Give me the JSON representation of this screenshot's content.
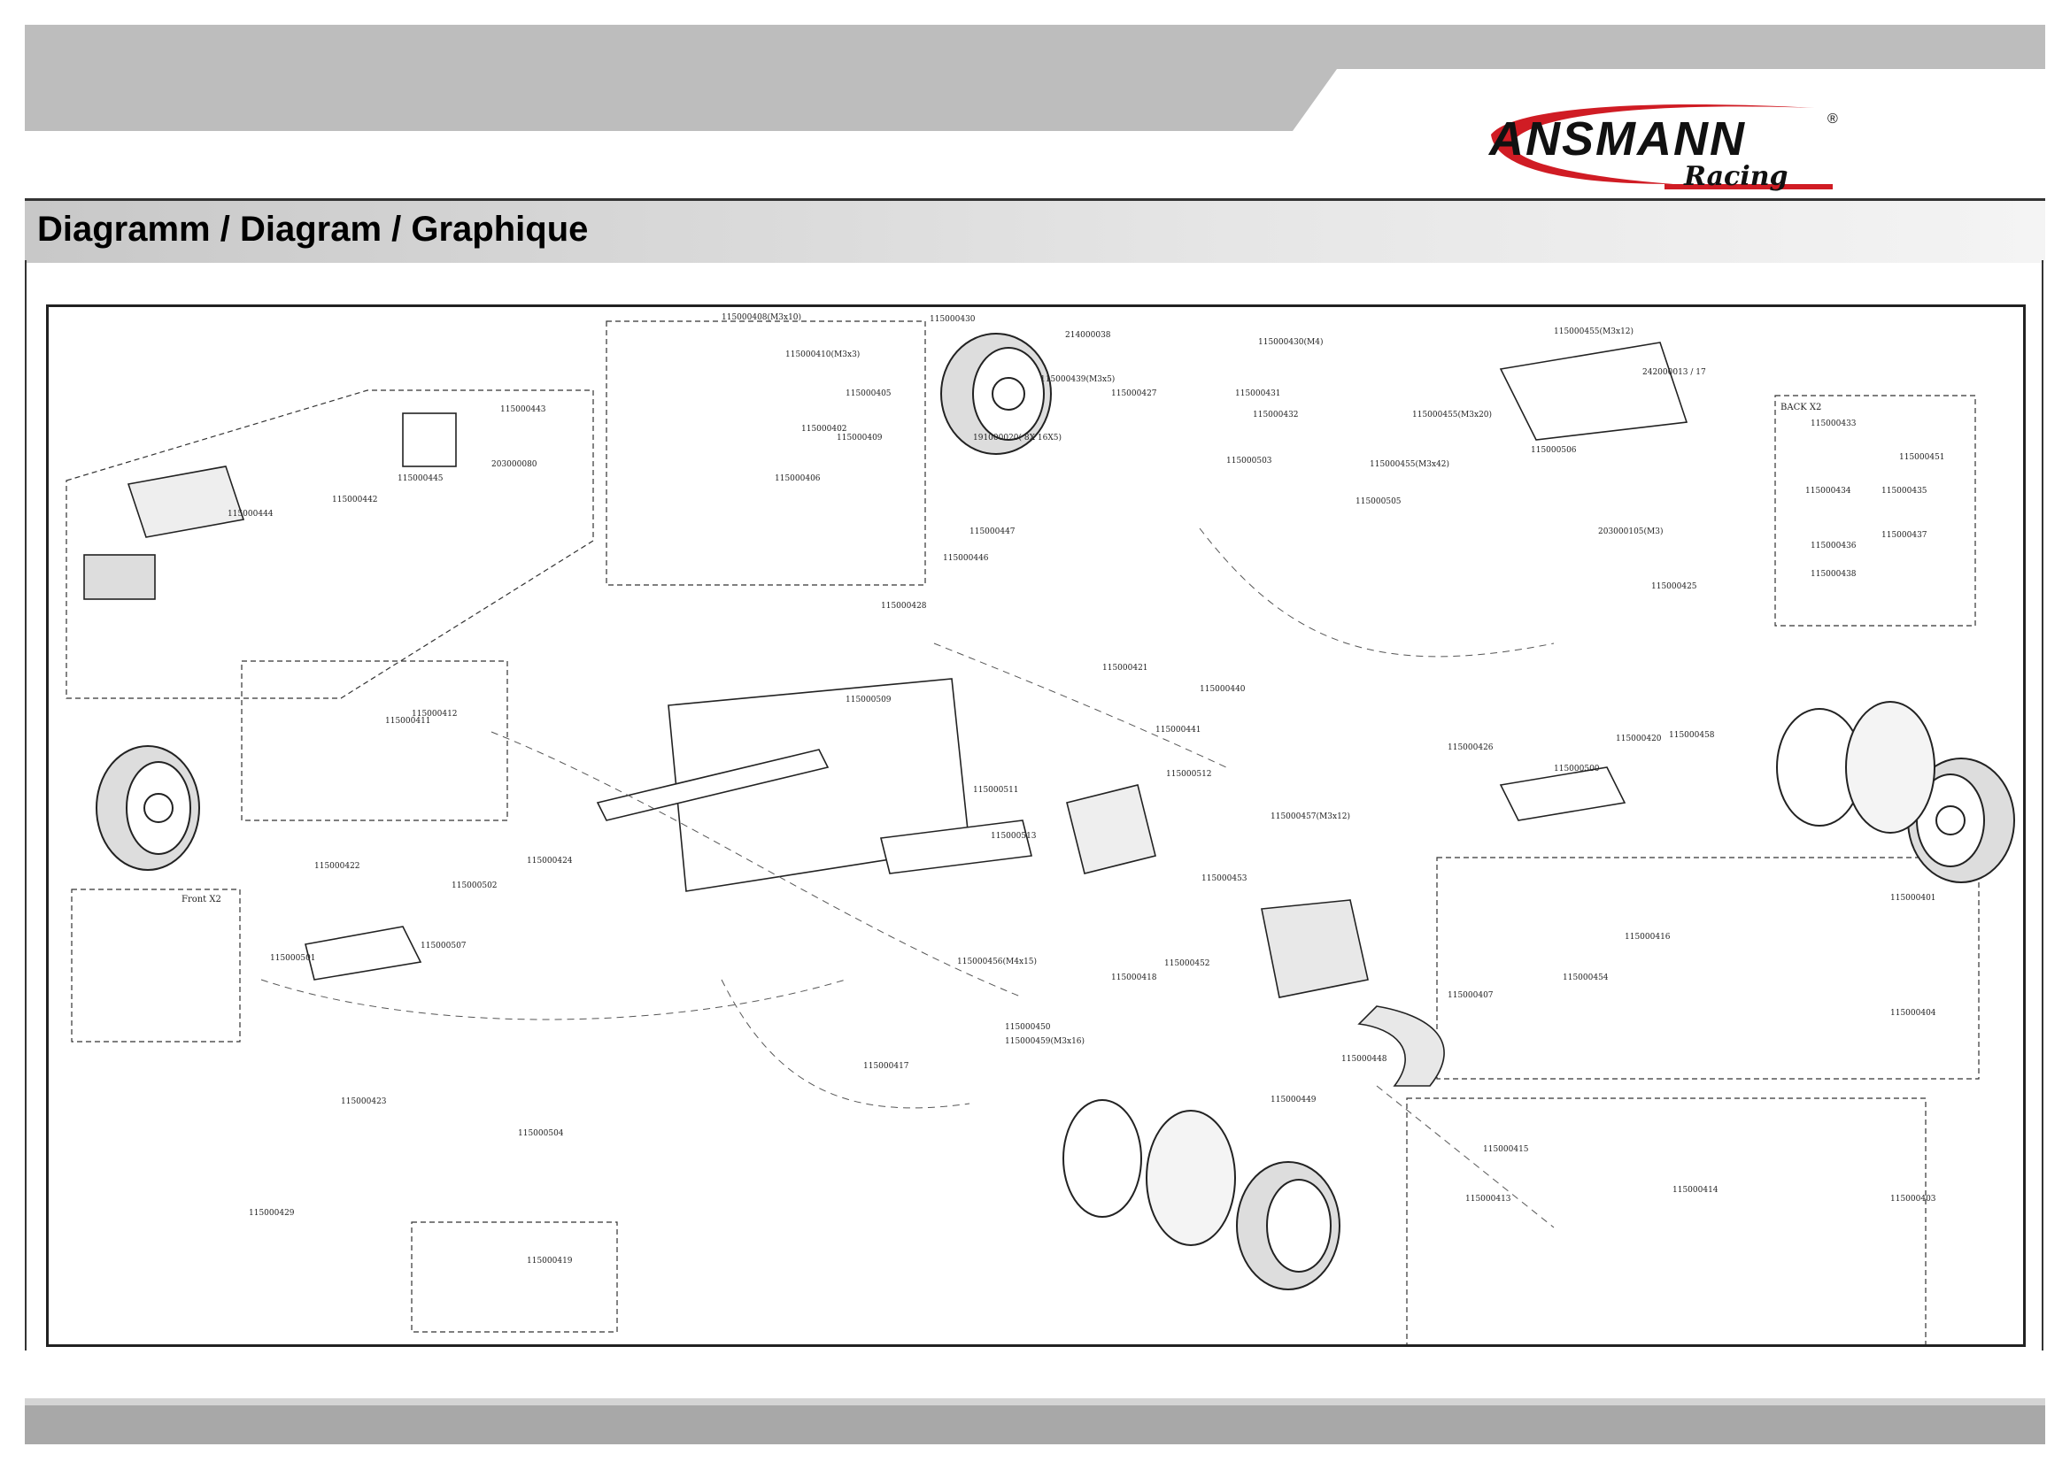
{
  "header": {
    "brand_name": "ANSMANN",
    "brand_reg": "®",
    "brand_sub": "Racing",
    "title": "Diagramm / Diagram / Graphique"
  },
  "colors": {
    "band_gray": "#bdbdbd",
    "logo_red": "#d01c24",
    "ink": "#222222"
  },
  "diagram": {
    "groups": {
      "rear_label": "BACK   X2",
      "front_label": "Front  X2"
    },
    "labels": [
      "115000408(M3x10)",
      "115000430",
      "214000038",
      "115000430(M4)",
      "115000455(M3x12)",
      "242000013 / 17",
      "115000410(M3x3)",
      "115000409",
      "115000406",
      "115000405",
      "115000439(M3x5)",
      "115000427",
      "115000432",
      "191000020( 8X 16X5)",
      "115000503",
      "115000455(M3x20)",
      "115000455(M3x42)",
      "203000105(M3)",
      "115000433",
      "115000451",
      "115000434",
      "115000435",
      "115000436",
      "115000437",
      "115000438",
      "115000443",
      "203000080",
      "115000444",
      "115000442",
      "115000445",
      "115000446",
      "115000447",
      "115000448",
      "115000449",
      "115000450",
      "115000452",
      "115000453",
      "115000454",
      "115000456(M4x15)",
      "115000457(M3x12)",
      "115000458",
      "115000459(M3x16)",
      "115000500",
      "115000501",
      "115000502",
      "115000504",
      "115000505",
      "115000506",
      "115000507",
      "115000509",
      "115000511",
      "115000512",
      "115000513",
      "115000416",
      "115000417",
      "115000419",
      "115000420",
      "115000421",
      "115000424",
      "115000425",
      "115000426",
      "115000428",
      "115000429",
      "115000431",
      "115000440",
      "115000441",
      "115000401",
      "115000402",
      "115000403",
      "115000404",
      "115000407",
      "115000411",
      "115000412",
      "115000413",
      "115000414",
      "115000415",
      "115000418",
      "115000422",
      "115000423"
    ]
  }
}
